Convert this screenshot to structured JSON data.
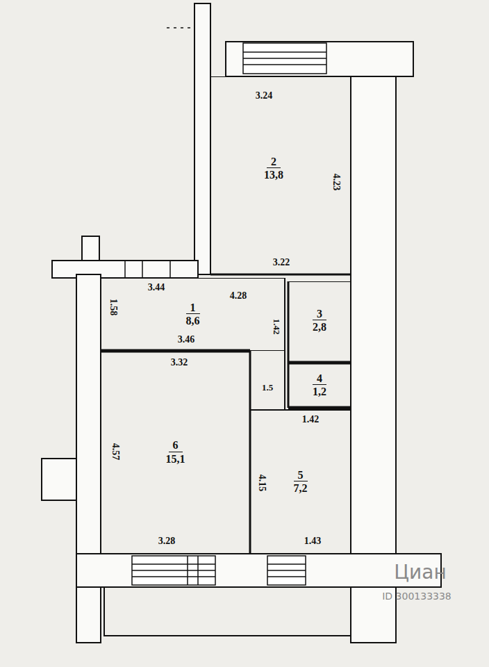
{
  "diagram": {
    "nodes": [
      {
        "text": [
          "2",
          "13,8"
        ]
      },
      {
        "text": [
          "1",
          "8,6"
        ]
      },
      {
        "text": [
          "3",
          "2,8"
        ]
      },
      {
        "text": [
          "4",
          "1,2"
        ]
      },
      {
        "text": [
          "6",
          "15,1"
        ]
      },
      {
        "text": [
          "5",
          "7,2"
        ]
      }
    ],
    "labels": [
      "3.24",
      "4.23",
      "3.22",
      "3.44",
      "4.28",
      "1.58",
      "3.46",
      "1.42",
      "3.32",
      "4.57",
      "1.5",
      "1.42",
      "4.15",
      "3.28",
      "1.43",
      "Циан",
      "ID 300133338"
    ]
  }
}
